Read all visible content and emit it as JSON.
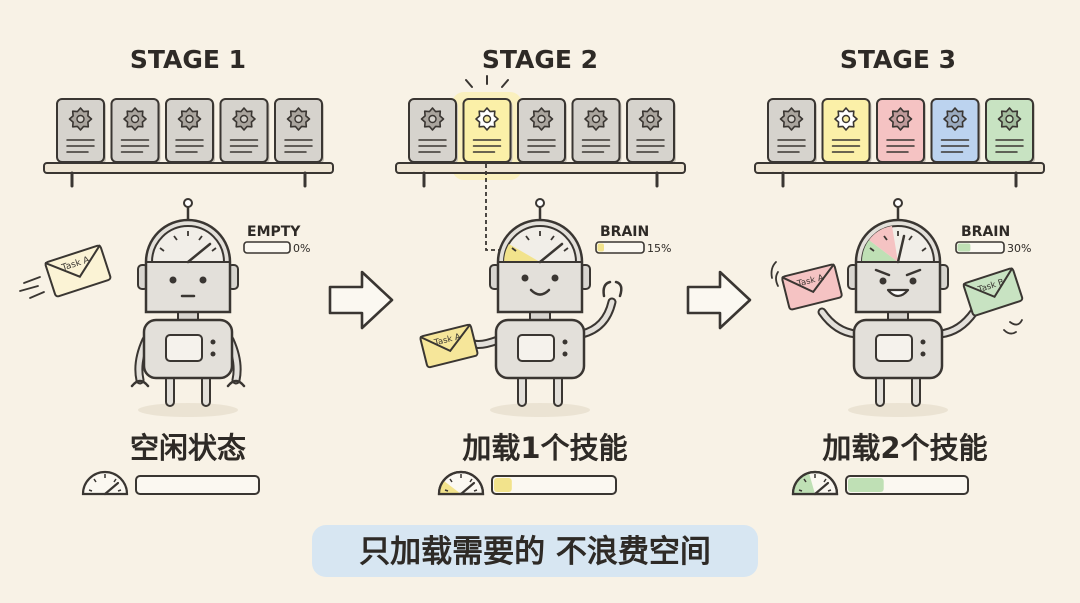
{
  "stages": [
    {
      "title": "STAGE 1",
      "status_label": "EMPTY",
      "status_percent": "0%",
      "caption": "空闲状态",
      "brain_level": 0,
      "caption_bar_level": 0,
      "slots": [
        "gray",
        "gray",
        "gray",
        "gray",
        "gray"
      ],
      "envelopes": [
        "Task A"
      ]
    },
    {
      "title": "STAGE 2",
      "status_label": "BRAIN",
      "status_percent": "15%",
      "caption": "加载1个技能",
      "brain_level": 0.15,
      "caption_bar_level": 0.15,
      "slots": [
        "gray",
        "yellow",
        "gray",
        "gray",
        "gray"
      ],
      "envelopes": [
        "Task A"
      ]
    },
    {
      "title": "STAGE 3",
      "status_label": "BRAIN",
      "status_percent": "30%",
      "caption": "加载2个技能",
      "brain_level": 0.3,
      "caption_bar_level": 0.3,
      "slots": [
        "gray",
        "yellow",
        "pink",
        "blue",
        "green"
      ],
      "envelopes": [
        "Task A",
        "Task B"
      ]
    }
  ],
  "footer": {
    "banner": "只加载需要的 不浪费空间"
  },
  "colors": {
    "background": "#f8f2e6",
    "ink": "#3a3632",
    "gray_card": "#d6d3cd",
    "yellow_card": "#fbf0a8",
    "pink_card": "#f5c3c3",
    "blue_card": "#bcd3ef",
    "green_card": "#c8e3c2",
    "yellow_fill": "#f2e38c",
    "green_fill": "#bfe0b5",
    "banner_bg": "#d7e6f2"
  }
}
